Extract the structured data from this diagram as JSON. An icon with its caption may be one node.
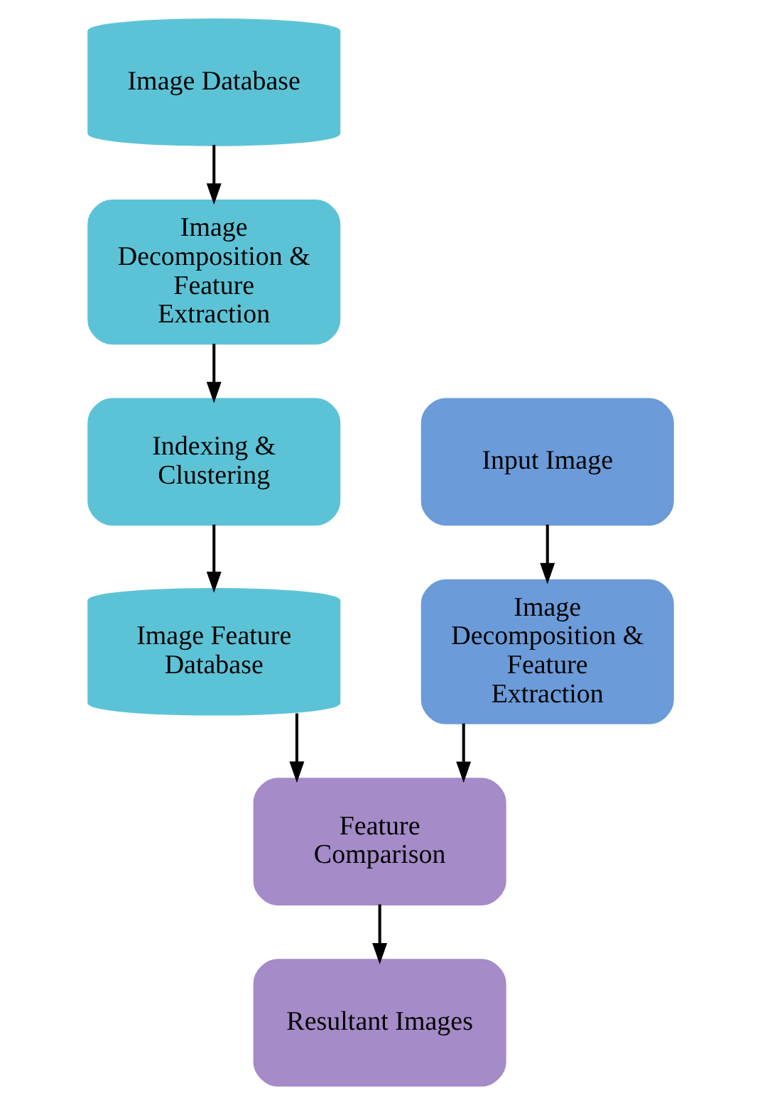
{
  "diagram": {
    "nodes": [
      {
        "text": [
          "Image Database"
        ]
      },
      {
        "text": [
          "Image Decomposition & Feature Extraction"
        ]
      },
      {
        "text": [
          "Indexing & Clustering"
        ]
      },
      {
        "text": [
          "Image Feature Database"
        ]
      },
      {
        "text": [
          "Input Image"
        ]
      },
      {
        "text": [
          "Image Decomposition & Feature Extraction"
        ]
      },
      {
        "text": [
          "Feature Comparison"
        ]
      },
      {
        "text": [
          "Resultant Images"
        ]
      }
    ],
    "edges": [
      {
        "from": 0,
        "to": 1,
        "arrow": "to"
      },
      {
        "from": 1,
        "to": 2,
        "arrow": "to"
      },
      {
        "from": 2,
        "to": 3,
        "arrow": "to"
      },
      {
        "from": 3,
        "to": 6,
        "arrow": "to"
      },
      {
        "from": 4,
        "to": 5,
        "arrow": "to"
      },
      {
        "from": 5,
        "to": 6,
        "arrow": "to"
      },
      {
        "from": 6,
        "to": 7,
        "arrow": "to"
      }
    ]
  }
}
